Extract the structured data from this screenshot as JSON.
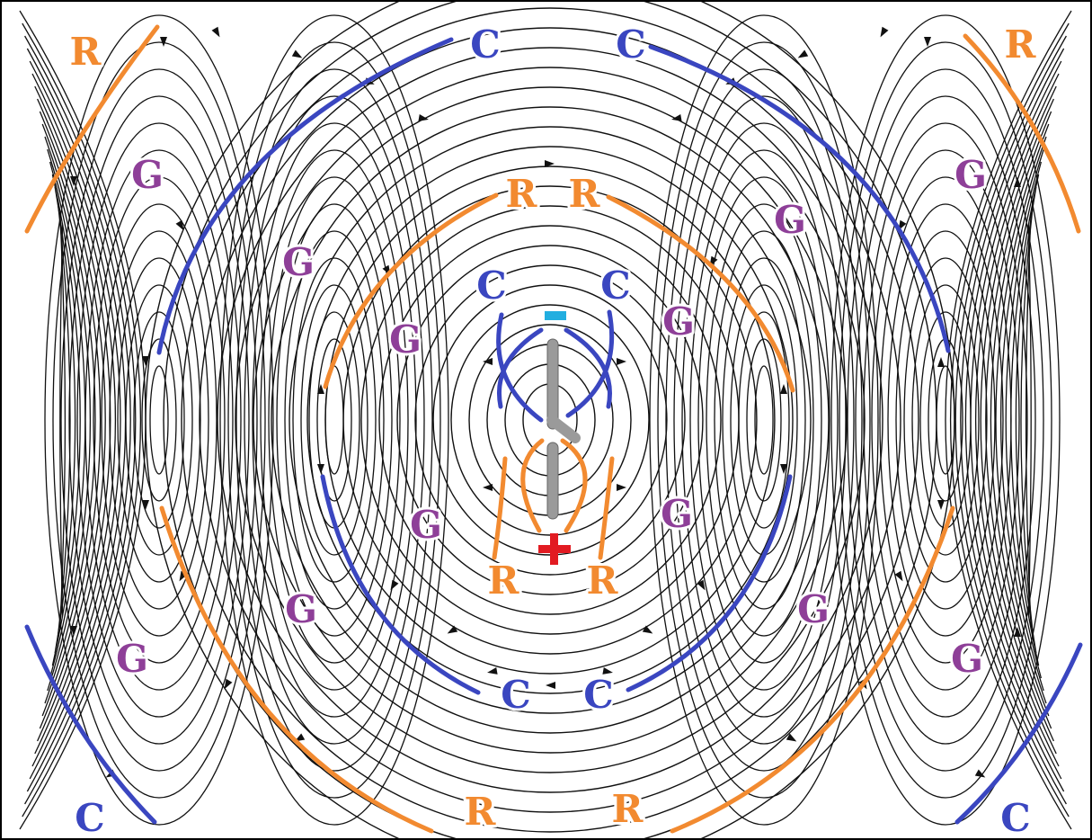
{
  "labels": {
    "c": "C",
    "r": "R",
    "g": "G",
    "minus": "-",
    "plus": "+"
  },
  "colors": {
    "c": "#3a46c0",
    "r": "#f28a30",
    "g": "#8e3f98",
    "field": "#111111",
    "antenna": "#9a9a9a",
    "minus": "#22aee0",
    "plus": "#e21b22"
  }
}
